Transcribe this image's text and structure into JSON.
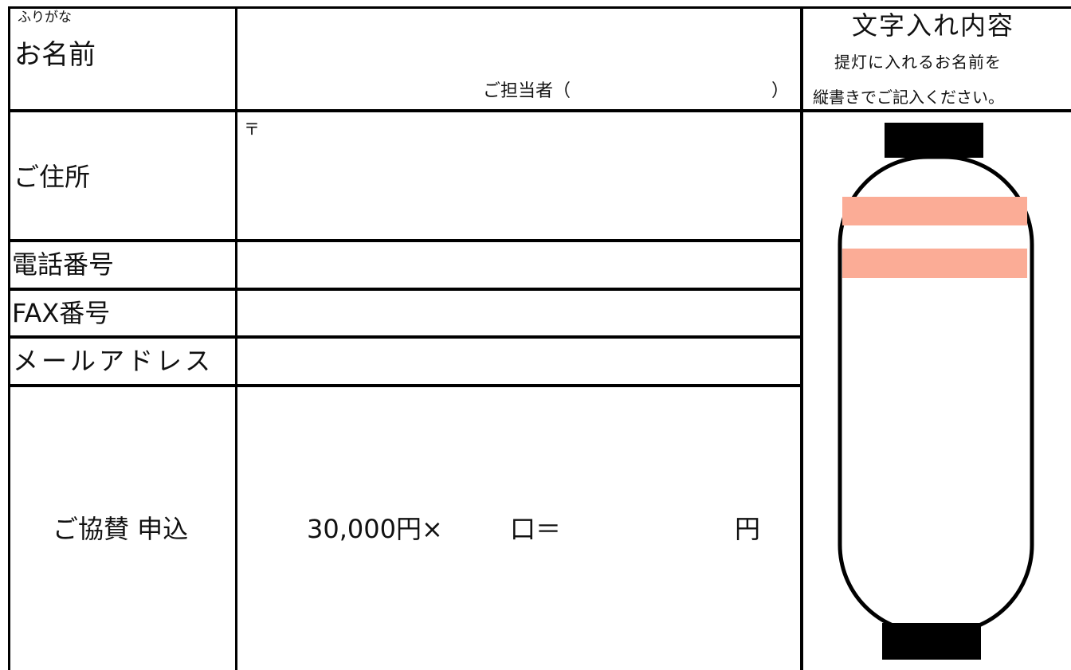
{
  "form": {
    "name_furigana": "ふりがな",
    "name_label": "お名前",
    "contact_person_label": "ご担当者（",
    "contact_person_close": "）",
    "address_label": "ご住所",
    "postal_mark": "〒",
    "phone_label": "電話番号",
    "fax_label": "FAX番号",
    "email_label": "メールアドレス",
    "sponsor_label": "ご協賛 申込",
    "sponsor_price": "30,000円×",
    "sponsor_units": "口＝",
    "sponsor_yen": "円"
  },
  "lantern_panel": {
    "title": "文字入れ内容",
    "instruction_line1": "提灯に入れるお名前を",
    "instruction_line2": "縦書きでご記入ください。"
  },
  "colors": {
    "border": "#000000",
    "lantern_band": "#fbac96"
  },
  "icons": [
    "lantern-illustration"
  ]
}
